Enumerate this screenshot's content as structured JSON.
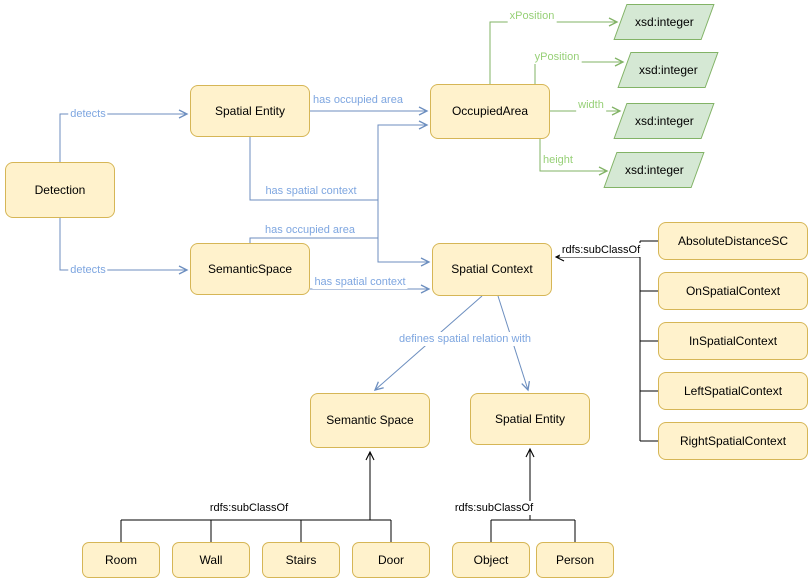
{
  "nodes": {
    "detection": {
      "label": "Detection"
    },
    "spatial_entity": {
      "label": "Spatial Entity"
    },
    "semanticspace": {
      "label": "SemanticSpace"
    },
    "occupied_area": {
      "label": "OccupiedArea"
    },
    "spatial_context": {
      "label": "Spatial Context"
    },
    "semantic_space_lower": {
      "label": "Semantic Space"
    },
    "spatial_entity_lower": {
      "label": "Spatial Entity"
    }
  },
  "datatype_nodes": [
    {
      "label": "xsd:integer"
    },
    {
      "label": "xsd:integer"
    },
    {
      "label": "xsd:integer"
    },
    {
      "label": "xsd:integer"
    }
  ],
  "subclass_nodes_right": [
    {
      "label": "AbsoluteDistanceSC"
    },
    {
      "label": "OnSpatialContext"
    },
    {
      "label": "InSpatialContext"
    },
    {
      "label": "LeftSpatialContext"
    },
    {
      "label": "RightSpatialContext"
    }
  ],
  "subclass_nodes_semantic_space": [
    {
      "label": "Room"
    },
    {
      "label": "Wall"
    },
    {
      "label": "Stairs"
    },
    {
      "label": "Door"
    }
  ],
  "subclass_nodes_spatial_entity": [
    {
      "label": "Object"
    },
    {
      "label": "Person"
    }
  ],
  "edge_labels": {
    "detects_1": "detects",
    "detects_2": "detects",
    "has_occupied_area_1": "has occupied area",
    "has_spatial_context_1": "has spatial context",
    "has_occupied_area_2": "has occupied area",
    "has_spatial_context_2": "has spatial context",
    "xposition": "xPosition",
    "yposition": "yPosition",
    "width": "width",
    "height": "height",
    "subclassof_context": "rdfs:subClassOf",
    "defines": "defines spatial relation with",
    "subclassof_semantic_space": "rdfs:subClassOf",
    "subclassof_spatial_entity": "rdfs:subClassOf"
  },
  "colors": {
    "class_fill": "#FFF2CC",
    "class_border": "#D6B656",
    "datatype_fill": "#D5E8D4",
    "datatype_border": "#82B366",
    "edge_blue": "#6C8EBF",
    "label_blue": "#7EA6E0",
    "edge_green": "#82B366",
    "label_green": "#97D077",
    "edge_black": "#000000"
  }
}
